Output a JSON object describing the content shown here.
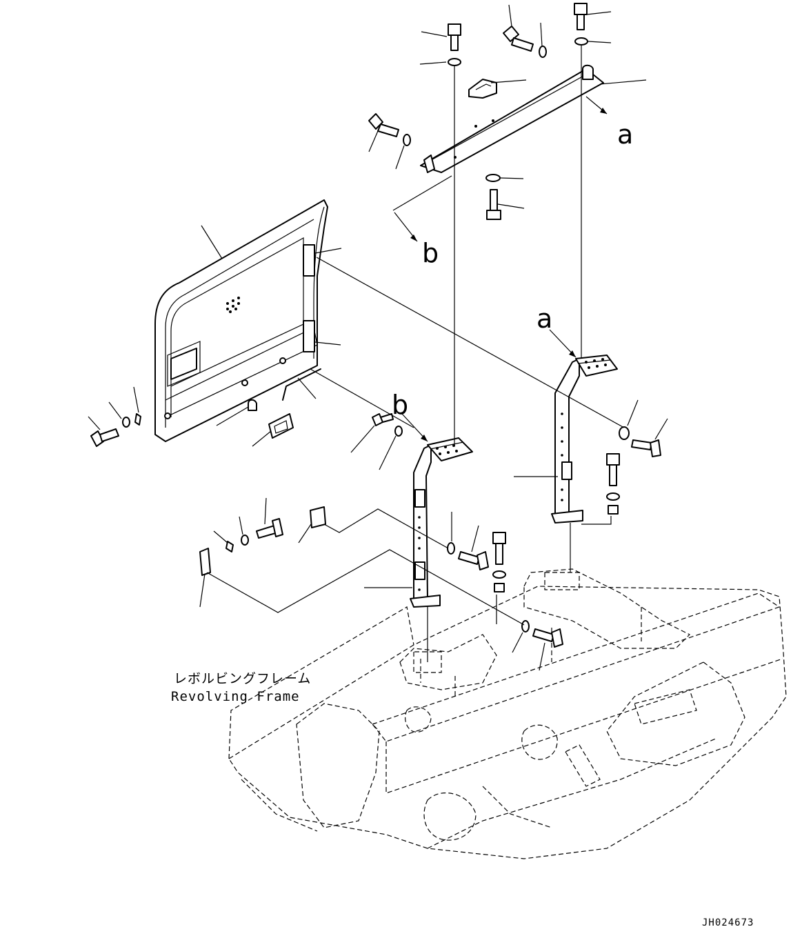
{
  "labels": {
    "ref_a": "a",
    "ref_b": "b",
    "revolving_frame_jp": "レボルビングフレーム",
    "revolving_frame_en": "Revolving Frame",
    "drawing_code": "JH024673"
  }
}
